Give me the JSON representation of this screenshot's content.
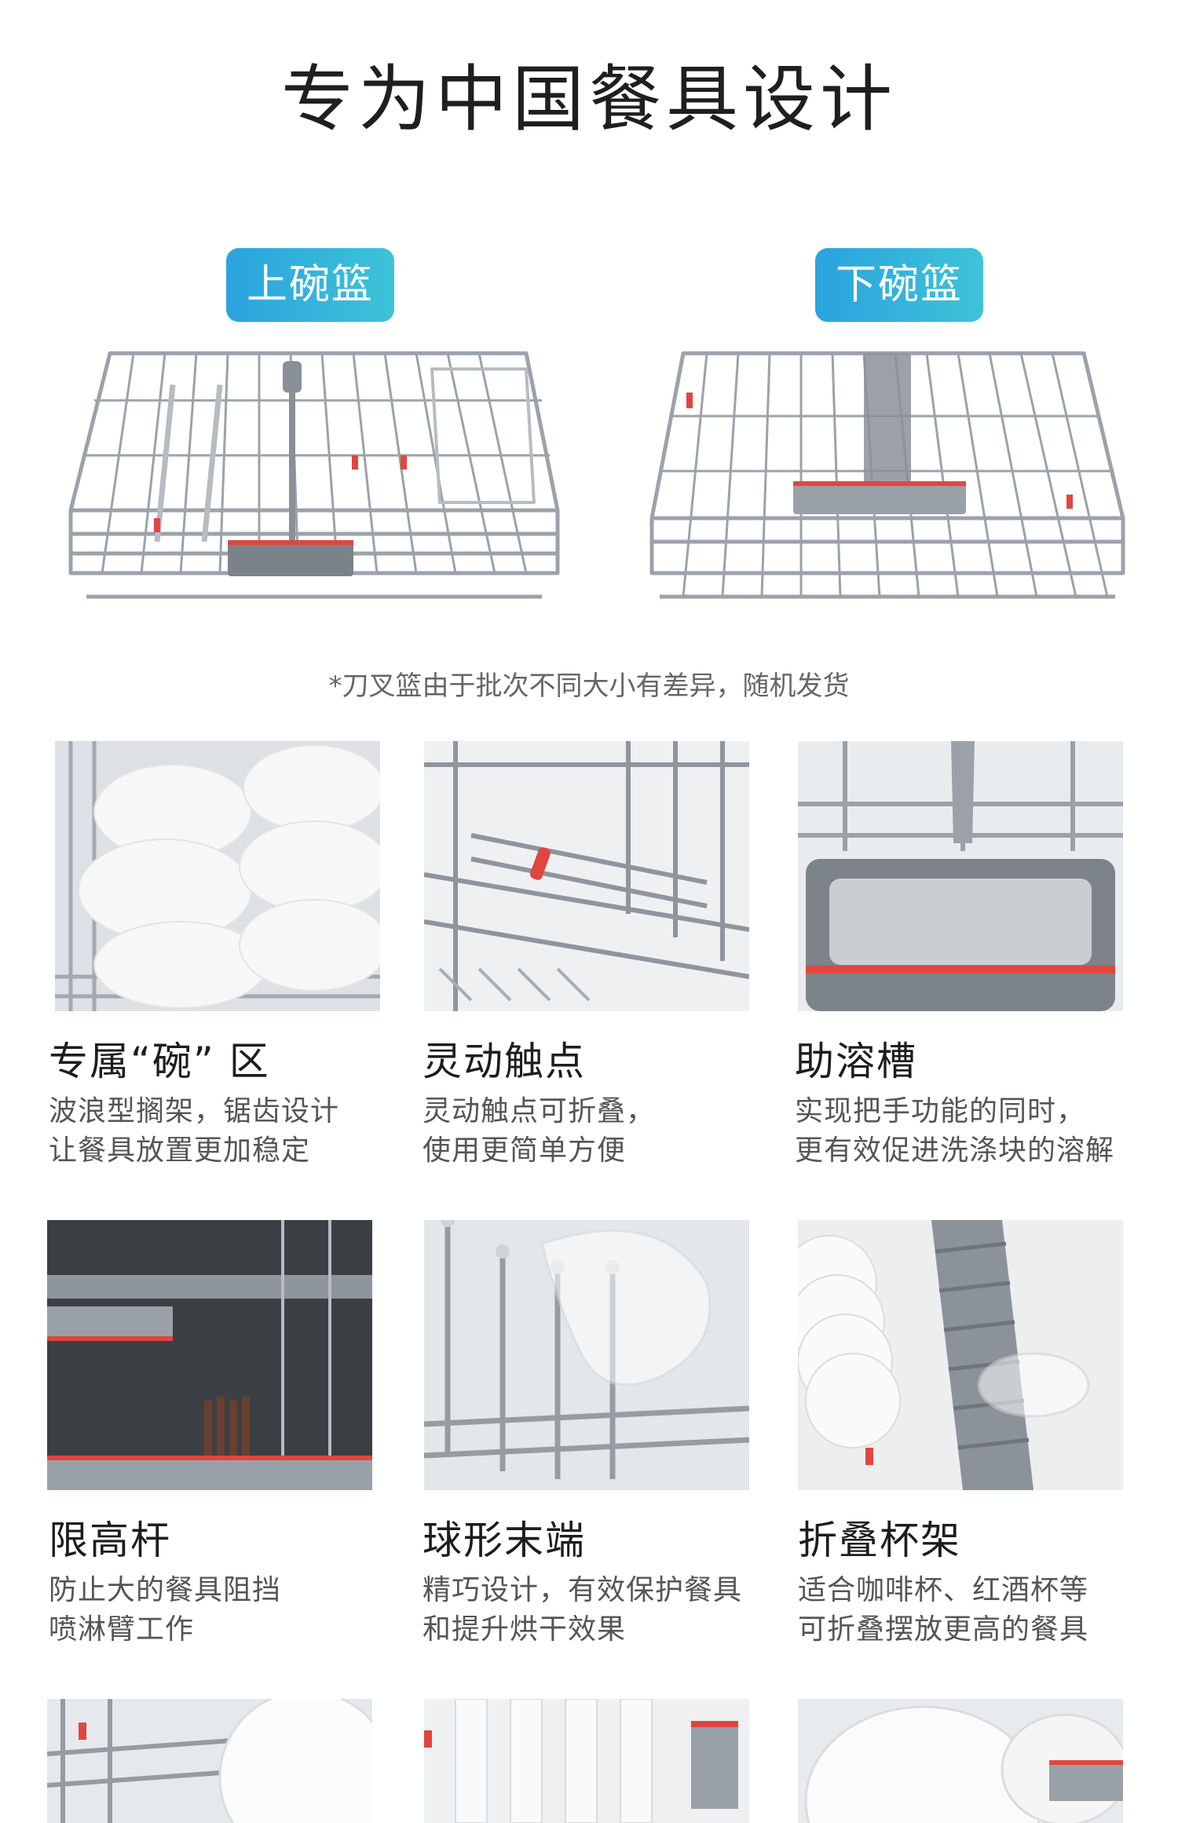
{
  "title": "专为中国餐具设计",
  "upper_basket_label": "上碗篮",
  "lower_basket_label": "下碗篮",
  "note": "*刀叉篮由于批次不同大小有差异，随机发货",
  "features": [
    {
      "title": "专属“碗” 区",
      "line1": "波浪型搁架，锯齿设计",
      "line2": "让餐具放置更加稳定"
    },
    {
      "title": "灵动触点",
      "line1": "灵动触点可折叠，",
      "line2": "使用更简单方便"
    },
    {
      "title": "助溶槽",
      "line1": "实现把手功能的同时，",
      "line2": "更有效促进洗涤块的溶解"
    },
    {
      "title": "限高杆",
      "line1": "防止大的餐具阻挡",
      "line2": "喷淋臂工作"
    },
    {
      "title": "球形末端",
      "line1": "精巧设计，有效保护餐具",
      "line2": "和提升烘干效果"
    },
    {
      "title": "折叠杯架",
      "line1": "适合咖啡杯、红酒杯等",
      "line2": "可折叠摆放更高的餐具"
    }
  ],
  "colors": {
    "pill_start": "#2aa3df",
    "pill_end": "#3ec3d7",
    "accent_red": "#e0463f",
    "wire": "#9ba2aa"
  }
}
